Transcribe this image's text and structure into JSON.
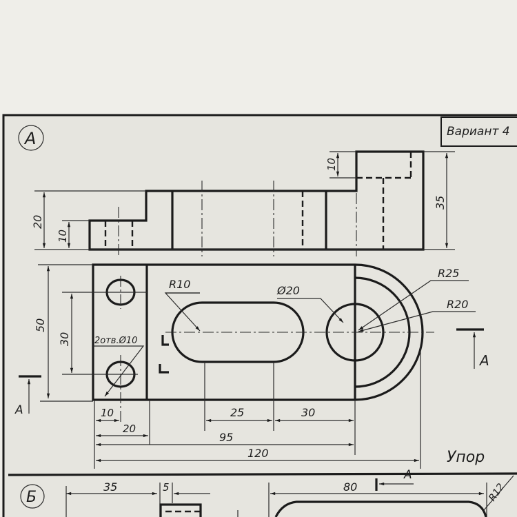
{
  "sheet": {
    "variant_label": "Вариант 4",
    "view_a_label": "А",
    "view_b_label": "Б",
    "part_name": "Упор",
    "section_label": "А"
  },
  "dimensions_front": {
    "height_20": "20",
    "height_10_left": "10",
    "height_10_top": "10",
    "height_35": "35"
  },
  "dimensions_top": {
    "width_50": "50",
    "spacing_30": "30",
    "holes_note": "2отв.Ø10",
    "r10": "R10",
    "d20": "Ø20",
    "r25": "R25",
    "r20": "R20",
    "dx_10": "10",
    "dx_20": "20",
    "dx_25": "25",
    "dx_30": "30",
    "dx_95": "95",
    "dx_120": "120"
  },
  "dimensions_b": {
    "d35": "35",
    "d5": "5",
    "d80": "80",
    "r12": "R12"
  },
  "colors": {
    "paper": "#e6e5df",
    "ink": "#1b1b1b",
    "background": "#efeee9"
  }
}
